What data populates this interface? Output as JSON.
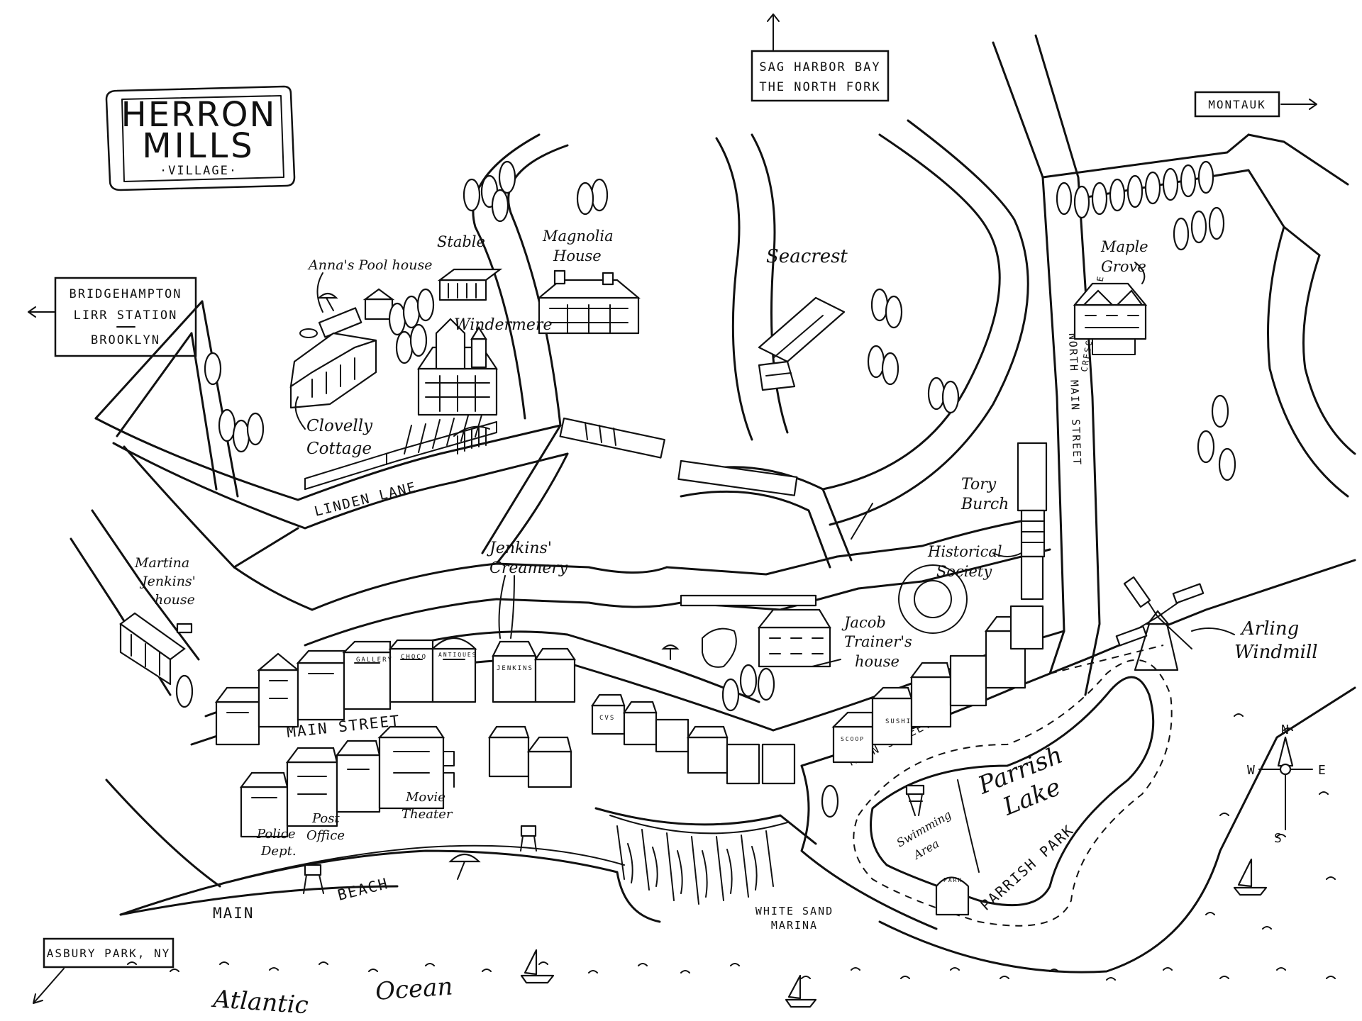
{
  "title": {
    "line1": "HERRON",
    "line2": "MILLS",
    "line3": "·VILLAGE·"
  },
  "signs": {
    "north": [
      "SAG HARBOR BAY",
      "THE NORTH FORK"
    ],
    "east": "MONTAUK",
    "west": [
      "BRIDGEHAMPTON",
      "LIRR STATION",
      "BROOKLYN"
    ],
    "southwest": "ASBURY PARK, NY"
  },
  "streets": {
    "linden_lane": "LINDEN LANE",
    "main_street_west": "MAIN STREET",
    "main_street_east": "MAIN STREET",
    "north_main_street": "NORTH MAIN STREET",
    "crescent_circle": "CRESCENT CIRCLE"
  },
  "places": {
    "annas_pool_house": "Anna's Pool house",
    "stable": "Stable",
    "magnolia_house": [
      "Magnolia",
      "House"
    ],
    "seacrest": "Seacrest",
    "maple_grove": [
      "Maple",
      "Grove"
    ],
    "windermere": "Windermere",
    "clovelly_cottage": [
      "Clovelly",
      "Cottage"
    ],
    "tory_burch": [
      "Tory",
      "Burch"
    ],
    "historical_society": [
      "Historical",
      "Society"
    ],
    "martina_jenkins_house": [
      "Martina",
      "Jenkins'",
      "house"
    ],
    "jenkins_creamery": [
      "Jenkins'",
      "Creamery"
    ],
    "jacob_trainers_house": [
      "Jacob",
      "Trainer's",
      "house"
    ],
    "arling_windmill": [
      "Arling",
      "Windmill"
    ],
    "police_dept": [
      "Police",
      "Dept."
    ],
    "post_office": [
      "Post",
      "Office"
    ],
    "movie_theater": [
      "Movie",
      "Theater"
    ],
    "parrish_lake": [
      "Parrish",
      "Lake"
    ],
    "swimming_area": [
      "Swimming",
      "Area"
    ],
    "parrish_park": "PARRISH PARK",
    "white_sand_marina": [
      "WHITE SAND",
      "MARINA"
    ],
    "main_beach": [
      "MAIN",
      "BEACH"
    ],
    "atlantic_ocean": [
      "Atlantic",
      "Ocean"
    ]
  },
  "shop_signs": [
    "GALLERY",
    "CHOCO",
    "ANTIQUES",
    "JENKINS",
    "CVS",
    "SUSHI",
    "SCOOP",
    "PARK"
  ],
  "compass": {
    "n": "N",
    "s": "S",
    "e": "E",
    "w": "W"
  },
  "icons": [
    "arrow-up-icon",
    "arrow-right-icon",
    "arrow-left-icon",
    "arrow-down-left-icon",
    "compass-rose-icon",
    "tree-icon",
    "sailboat-icon",
    "windmill-icon",
    "beach-umbrella-icon",
    "lifeguard-tower-icon"
  ]
}
